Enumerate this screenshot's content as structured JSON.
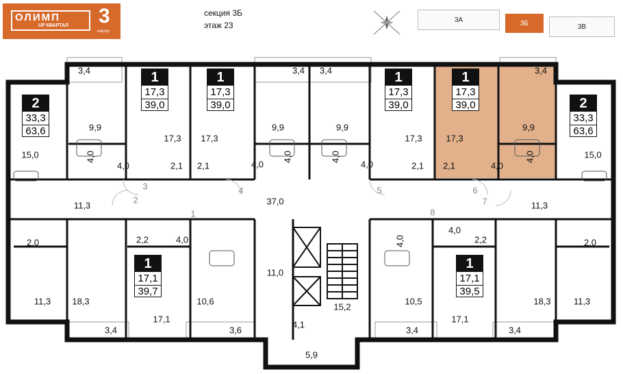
{
  "header": {
    "logo": {
      "name": "ОЛИМП",
      "sub_up": "UP",
      "sub_text": "КВАРТАЛ",
      "number": "3",
      "number_label": "корпус"
    },
    "section_label": "секция 3Б",
    "floor_label": "этаж 23",
    "key_plan": [
      {
        "label": "3А",
        "active": false
      },
      {
        "label": "3Б",
        "active": true
      },
      {
        "label": "3В",
        "active": false
      }
    ]
  },
  "apartments": [
    {
      "rooms": "2",
      "living": "33,3",
      "total": "63,6"
    },
    {
      "rooms": "1",
      "living": "17,3",
      "total": "39,0"
    },
    {
      "rooms": "1",
      "living": "17,3",
      "total": "39,0"
    },
    {
      "rooms": "1",
      "living": "17,3",
      "total": "39,0"
    },
    {
      "rooms": "1",
      "living": "17,3",
      "total": "39,0",
      "highlighted": true
    },
    {
      "rooms": "2",
      "living": "33,3",
      "total": "63,6"
    },
    {
      "rooms": "1",
      "living": "17,1",
      "total": "39,7"
    },
    {
      "rooms": "1",
      "living": "17,1",
      "total": "39,5"
    }
  ],
  "room_areas": [
    "3,4",
    "3,4",
    "3,4",
    "3,4",
    "9,9",
    "17,3",
    "17,3",
    "9,9",
    "9,9",
    "17,3",
    "17,3",
    "9,9",
    "15,0",
    "15,0",
    "4,0",
    "4,0",
    "4,0",
    "4,0",
    "4,0",
    "4,0",
    "2,1",
    "2,1",
    "2,1",
    "2,1",
    "4,0",
    "4,0",
    "11,3",
    "11,3",
    "37,0",
    "2,0",
    "2,0",
    "2,2",
    "4,0",
    "4,0",
    "4,0",
    "2,2",
    "11,0",
    "11,3",
    "18,3",
    "10,6",
    "17,1",
    "15,2",
    "10,5",
    "17,1",
    "18,3",
    "11,3",
    "4,1",
    "3,4",
    "3,6",
    "3,4",
    "3,4",
    "5,9"
  ],
  "door_numbers": [
    "1",
    "2",
    "3",
    "4",
    "5",
    "6",
    "7",
    "8"
  ],
  "colors": {
    "accent": "#d7692b",
    "highlight_fill": "#e2b18c",
    "wall": "#111111"
  }
}
